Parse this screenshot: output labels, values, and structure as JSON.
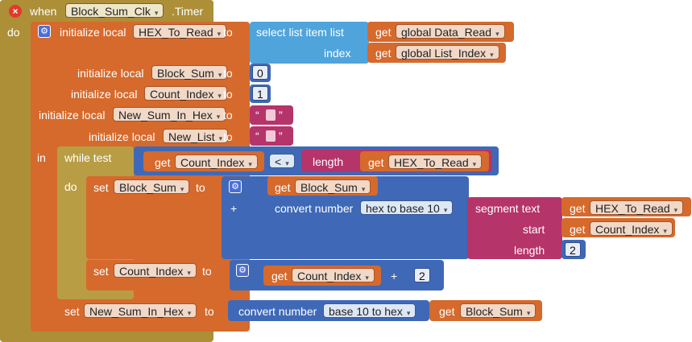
{
  "event": {
    "when_label": "when",
    "component": "Block_Sum_Clk",
    "event_name": ".Timer",
    "do_label": "do",
    "error_icon": "close-icon"
  },
  "init_hex": {
    "prefix": "initialize local",
    "var_name": "HEX_To_Read",
    "to_label": "to",
    "select_label": "select list item  list",
    "index_label": "index",
    "get_label": "get",
    "list_var": "global Data_Read",
    "index_var": "global List_Index",
    "mutator_icon": "gear-icon"
  },
  "init_block_sum": {
    "prefix": "initialize local",
    "var_name": "Block_Sum",
    "to_label": "to",
    "value": "0"
  },
  "init_count_index": {
    "prefix": "initialize local",
    "var_name": "Count_Index",
    "to_label": "to",
    "value": "1"
  },
  "init_new_sum": {
    "prefix": "initialize local",
    "var_name": "New_Sum_In_Hex",
    "to_label": "to",
    "open_quote": "“",
    "close_quote": "”"
  },
  "init_new_list": {
    "prefix": "initialize local",
    "var_name": "New_List",
    "to_label": "to",
    "open_quote": "“",
    "close_quote": "”"
  },
  "loop": {
    "in_label": "in",
    "while_label": "while  test",
    "do_label": "do",
    "get_label": "get",
    "count_var": "Count_Index",
    "compare_op": "<",
    "length_label": "length",
    "hex_var": "HEX_To_Read"
  },
  "set_block_sum": {
    "set_label": "set",
    "var_name": "Block_Sum",
    "to_label": "to",
    "get_label": "get",
    "get_var": "Block_Sum",
    "plus_label": "+",
    "convert_label": "convert number",
    "convert_mode": "hex to base 10",
    "segment_label": "segment  text",
    "text_var": "HEX_To_Read",
    "start_label": "start",
    "start_var": "Count_Index",
    "length_label": "length",
    "length_value": "2"
  },
  "set_count_index": {
    "set_label": "set",
    "var_name": "Count_Index",
    "to_label": "to",
    "get_label": "get",
    "get_var": "Count_Index",
    "plus_label": "+",
    "step_value": "2"
  },
  "set_new_sum": {
    "set_label": "set",
    "var_name": "New_Sum_In_Hex",
    "to_label": "to",
    "convert_label": "convert number",
    "convert_mode": "base 10 to hex",
    "get_label": "get",
    "get_var": "Block_Sum"
  },
  "colors": {
    "event": "#ad8f38",
    "local": "#d56a2c",
    "control": "#b99d44",
    "list": "#4fa4dc",
    "math": "#3f69b7",
    "text": "#b5346a"
  }
}
